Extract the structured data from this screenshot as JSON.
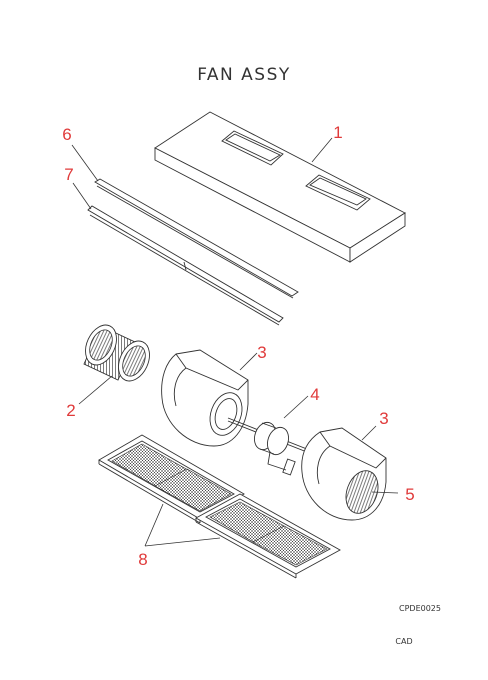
{
  "diagram": {
    "title": "FAN ASSY",
    "reference_code": "CPDE0025",
    "cad_label": "CAD",
    "callouts": {
      "part1": "1",
      "part2": "2",
      "part3_left": "3",
      "part3_right": "3",
      "part4": "4",
      "part5": "5",
      "part6": "6",
      "part7": "7",
      "part8": "8"
    },
    "callout_color": "#e03a3a",
    "line_color": "#333333"
  }
}
